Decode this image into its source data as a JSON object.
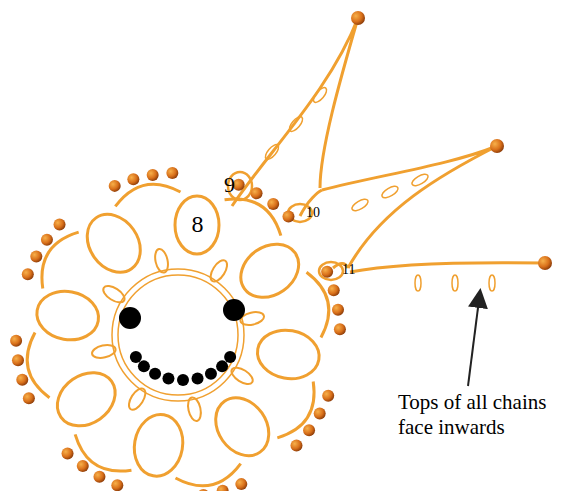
{
  "diagram": {
    "nodes": [
      {
        "text": [
          "8"
        ]
      }
    ],
    "labels": [
      "9",
      "10",
      "11",
      "Tops of all chains face inwards"
    ]
  }
}
